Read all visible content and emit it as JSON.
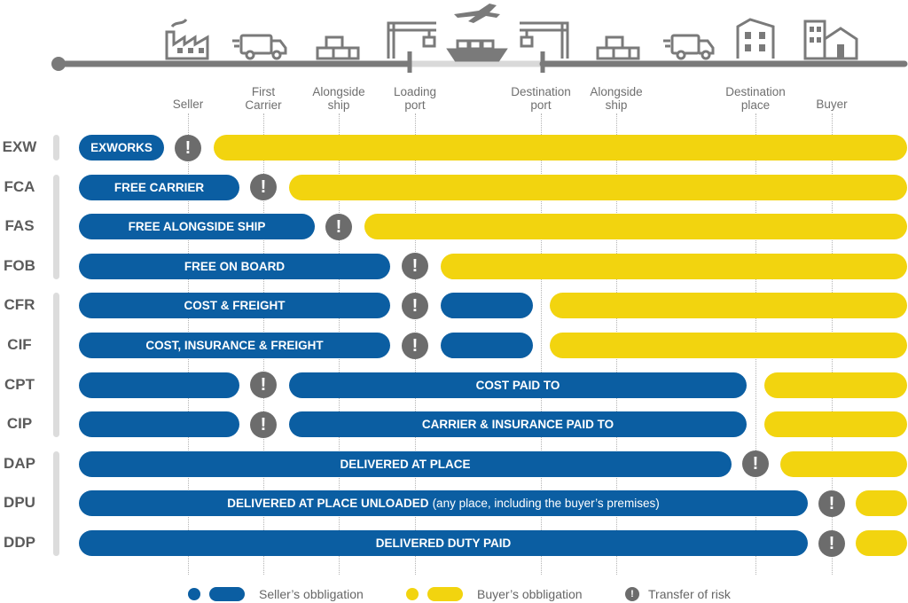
{
  "colors": {
    "seller": "#0b5ea2",
    "buyer": "#f2d40f",
    "risk": "#6c6c6c",
    "timeline": "#7a7a7a"
  },
  "header": {
    "icons": [
      "factory-icon",
      "truck-icon",
      "cargo-boxes-icon",
      "port-crane-icon",
      "airplane-icon",
      "ship-icon",
      "port-crane-icon",
      "cargo-boxes-icon",
      "truck-icon",
      "building-icon",
      "house-icon"
    ],
    "stops": [
      {
        "key": "seller",
        "label": "Seller"
      },
      {
        "key": "first_carrier",
        "label": "First\nCarrier"
      },
      {
        "key": "alongside_ship_origin",
        "label": "Alongside\nship"
      },
      {
        "key": "loading_port",
        "label": "Loading\nport"
      },
      {
        "key": "destination_port",
        "label": "Destination\nport"
      },
      {
        "key": "alongside_ship_dest",
        "label": "Alongside\nship"
      },
      {
        "key": "destination_place",
        "label": "Destination\nplace"
      },
      {
        "key": "buyer",
        "label": "Buyer"
      }
    ]
  },
  "rows": [
    {
      "code": "EXW",
      "segments": [
        {
          "type": "seller",
          "label": "EXWORKS"
        },
        {
          "type": "risk",
          "label": "!"
        },
        {
          "type": "buyer",
          "label": ""
        }
      ]
    },
    {
      "code": "FCA",
      "segments": [
        {
          "type": "seller",
          "label": "FREE CARRIER"
        },
        {
          "type": "risk",
          "label": "!"
        },
        {
          "type": "buyer",
          "label": ""
        }
      ]
    },
    {
      "code": "FAS",
      "segments": [
        {
          "type": "seller",
          "label": "FREE ALONGSIDE SHIP"
        },
        {
          "type": "risk",
          "label": "!"
        },
        {
          "type": "buyer",
          "label": ""
        }
      ]
    },
    {
      "code": "FOB",
      "segments": [
        {
          "type": "seller",
          "label": "FREE ON BOARD"
        },
        {
          "type": "risk",
          "label": "!"
        },
        {
          "type": "buyer",
          "label": ""
        }
      ]
    },
    {
      "code": "CFR",
      "segments": [
        {
          "type": "seller",
          "label": "COST & FREIGHT"
        },
        {
          "type": "risk",
          "label": "!"
        },
        {
          "type": "seller",
          "label": ""
        },
        {
          "type": "buyer",
          "label": ""
        }
      ]
    },
    {
      "code": "CIF",
      "segments": [
        {
          "type": "seller",
          "label": "COST, INSURANCE & FREIGHT"
        },
        {
          "type": "risk",
          "label": "!"
        },
        {
          "type": "seller",
          "label": ""
        },
        {
          "type": "buyer",
          "label": ""
        }
      ]
    },
    {
      "code": "CPT",
      "segments": [
        {
          "type": "seller",
          "label": ""
        },
        {
          "type": "risk",
          "label": "!"
        },
        {
          "type": "seller",
          "label": "COST PAID TO"
        },
        {
          "type": "buyer",
          "label": ""
        }
      ]
    },
    {
      "code": "CIP",
      "segments": [
        {
          "type": "seller",
          "label": ""
        },
        {
          "type": "risk",
          "label": "!"
        },
        {
          "type": "seller",
          "label": "CARRIER & INSURANCE PAID TO"
        },
        {
          "type": "buyer",
          "label": ""
        }
      ]
    },
    {
      "code": "DAP",
      "segments": [
        {
          "type": "seller",
          "label": "DELIVERED AT PLACE"
        },
        {
          "type": "risk",
          "label": "!"
        },
        {
          "type": "buyer",
          "label": ""
        }
      ]
    },
    {
      "code": "DPU",
      "segments": [
        {
          "type": "seller",
          "label": "DELIVERED AT PLACE UNLOADED",
          "note": "(any place, including the buyer’s premises)"
        },
        {
          "type": "risk",
          "label": "!"
        },
        {
          "type": "buyer",
          "label": ""
        }
      ]
    },
    {
      "code": "DDP",
      "segments": [
        {
          "type": "seller",
          "label": "DELIVERED DUTY PAID"
        },
        {
          "type": "risk",
          "label": "!"
        },
        {
          "type": "buyer",
          "label": ""
        }
      ]
    }
  ],
  "legend": {
    "seller": "Seller’s obbligation",
    "buyer": "Buyer’s obbligation",
    "risk": "Transfer of risk",
    "risk_symbol": "!"
  }
}
